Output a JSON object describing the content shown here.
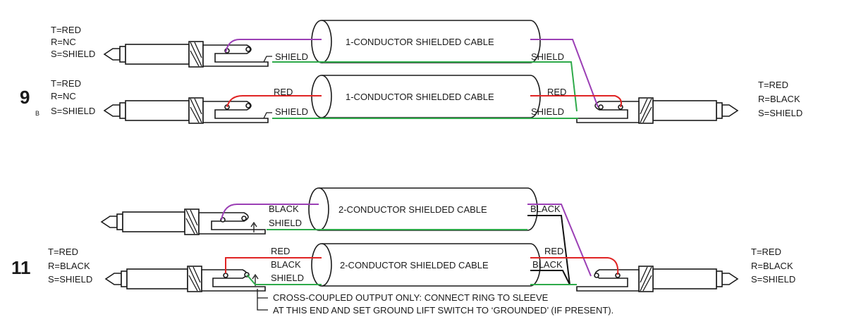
{
  "sections": {
    "s9": {
      "number": "9",
      "sub": "B"
    },
    "s11": {
      "number": "11"
    }
  },
  "cables": {
    "c1": "1-CONDUCTOR SHIELDED CABLE",
    "c2": "1-CONDUCTOR SHIELDED CABLE",
    "c3": "2-CONDUCTOR SHIELDED CABLE",
    "c4": "2-CONDUCTOR SHIELDED CABLE"
  },
  "legends": {
    "l9a": [
      "T=RED",
      "R=NC",
      "S=SHIELD"
    ],
    "l9b": [
      "T=RED",
      "R=NC",
      "S=SHIELD"
    ],
    "r9": [
      "T=RED",
      "R=BLACK",
      "S=SHIELD"
    ],
    "l11": [
      "T=RED",
      "R=BLACK",
      "S=SHIELD"
    ],
    "r11": [
      "T=RED",
      "R=BLACK",
      "S=SHIELD"
    ]
  },
  "wire_labels": {
    "shield": "SHIELD",
    "red": "RED",
    "black": "BLACK"
  },
  "note": [
    "CROSS-COUPLED OUTPUT ONLY: CONNECT RING TO SLEEVE",
    "AT THIS END AND SET GROUND LIFT SWITCH TO ‘GROUNDED’ (IF PRESENT)."
  ],
  "colors": {
    "red": "#e02424",
    "purple": "#9b3fb5",
    "green": "#2eaa4a",
    "black": "#111111"
  }
}
